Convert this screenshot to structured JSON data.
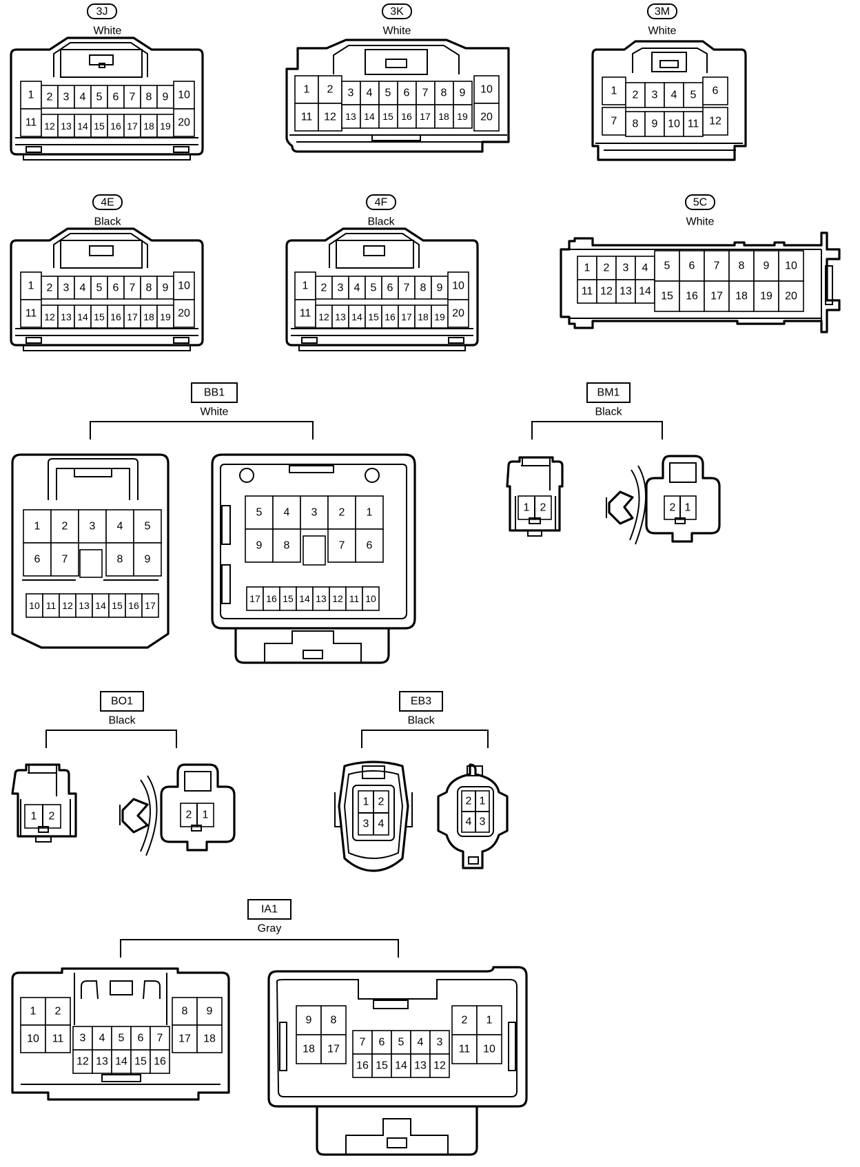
{
  "connectors": [
    {
      "id": "3J",
      "color": "White"
    },
    {
      "id": "3K",
      "color": "White"
    },
    {
      "id": "3M",
      "color": "White"
    },
    {
      "id": "4E",
      "color": "Black"
    },
    {
      "id": "4F",
      "color": "Black"
    },
    {
      "id": "5C",
      "color": "White"
    },
    {
      "id": "BB1",
      "color": "White"
    },
    {
      "id": "BM1",
      "color": "Black"
    },
    {
      "id": "BO1",
      "color": "Black"
    },
    {
      "id": "EB3",
      "color": "Black"
    },
    {
      "id": "IA1",
      "color": "Gray"
    }
  ]
}
